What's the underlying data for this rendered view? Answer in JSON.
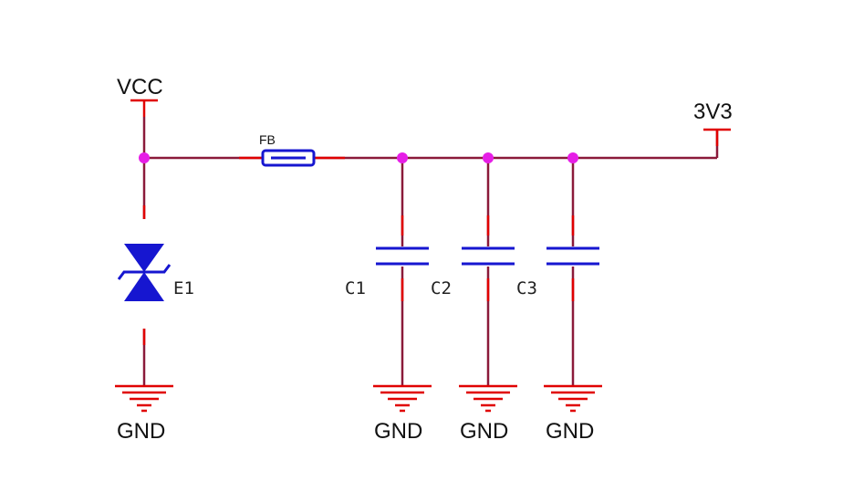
{
  "labels": {
    "vcc": "VCC",
    "v33": "3V3",
    "fb": "FB",
    "e1": "E1",
    "c1": "C1",
    "c2": "C2",
    "c3": "C3",
    "gnd_e1": "GND",
    "gnd_c1": "GND",
    "gnd_c2": "GND",
    "gnd_c3": "GND"
  },
  "colors": {
    "wire": "#8b1a3a",
    "pin": "#e00000",
    "component": "#1616d0",
    "junction": "#e61ee6"
  }
}
